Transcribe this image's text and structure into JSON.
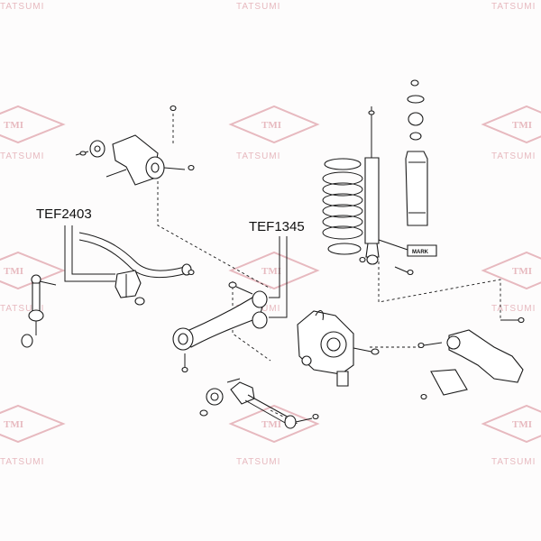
{
  "watermark": {
    "brand_text": "TATSUMI",
    "logo_text": "TMI",
    "color": "#e7b9bf"
  },
  "callouts": {
    "part_a": "TEF2403",
    "part_b": "TEF1345"
  },
  "labels": {
    "shock_mark": "MARK"
  }
}
